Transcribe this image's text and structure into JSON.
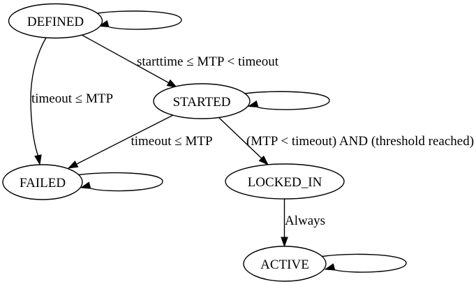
{
  "diagram": {
    "type": "state-machine",
    "background_color": "#ffffff",
    "line_color": "#000000",
    "nodes": [
      {
        "id": "DEFINED",
        "label": "DEFINED"
      },
      {
        "id": "STARTED",
        "label": "STARTED"
      },
      {
        "id": "FAILED",
        "label": "FAILED"
      },
      {
        "id": "LOCKED_IN",
        "label": "LOCKED_IN"
      },
      {
        "id": "ACTIVE",
        "label": "ACTIVE"
      }
    ],
    "edges": [
      {
        "from": "DEFINED",
        "to": "STARTED",
        "label": "starttime ≤ MTP < timeout"
      },
      {
        "from": "DEFINED",
        "to": "FAILED",
        "label": "timeout ≤ MTP"
      },
      {
        "from": "STARTED",
        "to": "FAILED",
        "label": "timeout ≤ MTP"
      },
      {
        "from": "STARTED",
        "to": "LOCKED_IN",
        "label": "(MTP < timeout) AND (threshold reached)"
      },
      {
        "from": "LOCKED_IN",
        "to": "ACTIVE",
        "label": "Always"
      }
    ],
    "self_loops": [
      {
        "node": "DEFINED"
      },
      {
        "node": "STARTED"
      },
      {
        "node": "FAILED"
      },
      {
        "node": "ACTIVE"
      }
    ]
  }
}
